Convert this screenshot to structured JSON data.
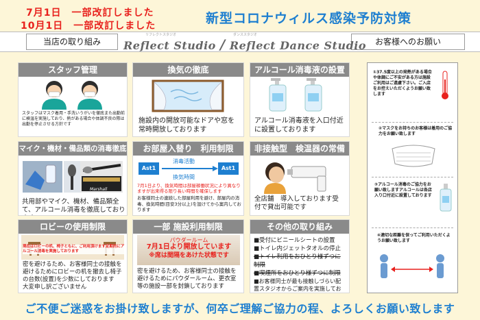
{
  "notices": {
    "line1": "7月1日　一部改訂しました",
    "line2": "10月1日　一部改訂しました"
  },
  "title": "新型コロナウィルス感染予防対策",
  "header": {
    "left_box": "当店の取り組み",
    "right_box": "お客様へのお願い",
    "brand_small_1": "リフレクトスタジオ",
    "brand_small_2": "ダンススタジオ",
    "brand_1": "Reflect Studio",
    "brand_sep": "/",
    "brand_2": "Reflect Dance Studio"
  },
  "cards": {
    "staff": {
      "title": "スタッフ管理",
      "text": "スタッフはマスク着用・手洗いうがいを徹底また出勤前に検温を実施しており、熱がある場合や体調不良の際は出勤を停止させる方針です"
    },
    "ventilation": {
      "title": "換気の徹底",
      "text": "施設内の開放可能なドアや窓を常時開放しております"
    },
    "alcohol": {
      "title": "アルコール消毒液の設置",
      "text": "アルコール消毒液を入口付近に設置しております"
    },
    "disinfect": {
      "title": "マイク・機材・備品類の消毒徹底",
      "text": "共用部やマイク、機材、備品類全て、アルコール消毒を徹底しております",
      "amp_label": "Marshall"
    },
    "rooms": {
      "title": "お部屋入替り　利用制限",
      "room_label": "Ast1",
      "arrow_top": "消毒活動",
      "arrow_bottom": "換気時間",
      "text_red": "7月1日より、換気時間は部屋稼働状況により異なりますが出来得る限り長い時間を確保します",
      "text": "お客様同士の連続した部屋利用を避け、部屋内の消毒、換気時間(目安3分以上)を設けてから案内しております"
    },
    "contactless": {
      "title": "非接触型　検温器の常備",
      "text": "全店舗　導入しております受付で貸出可能です"
    },
    "lobby": {
      "title": "ロビーの使用制限",
      "text_red": "現在はロビーの机、椅子ともに、ご利用頂けます定期的にアルコール消毒を実施しております",
      "text": "密を避けるため、お客様同士の接触を避けるためにロビーの机を撤去し椅子の台数(設置)を少数にしております　大変申し訳ございません"
    },
    "partial": {
      "title": "一部 施設利用制限",
      "overlay_1": "パウダールーム",
      "overlay_2": "7月1日より開放しています",
      "overlay_3": "※席は間隔をあけた状態です",
      "text": "密を避けるため、お客様同士の接触を避けるためにパウダールーム、更衣室等の施設一部を封鎖しております"
    },
    "other": {
      "title": "その他の取り組み",
      "items": [
        "■受付にビニールシートの設置",
        "■トイレ内ジェットタオルの停止",
        "■トイレ利用をおひとり様ずつに制限",
        "■喫煙所をおひとり様ずつに制限",
        "■お客様同士が最も接触しづらい配置スタジオからご案内を実施しております"
      ]
    }
  },
  "side_requests": [
    "①37.5度以上の発熱がある場合や体調にご不安がある方は施設ご利用はご遠慮下さい。ご入店をお控えいただくようお願い致します",
    "②マスクをお持ちのお客様は着用のご協力をお願い致します",
    "③アルコール消毒のご協力をお願い致しますアルコールは各店入り口付近に設置しております",
    "④適切な距離を保ってご利用いただくようお願い致します"
  ],
  "footer": "ご不便ご迷惑をお掛け致しますが、何卒ご理解ご協力の程、よろしくお願い致します",
  "colors": {
    "background": "#fdf6d8",
    "red": "#e8211d",
    "blue": "#1e7fd0",
    "card_title_bg": "#8a8a8a"
  }
}
